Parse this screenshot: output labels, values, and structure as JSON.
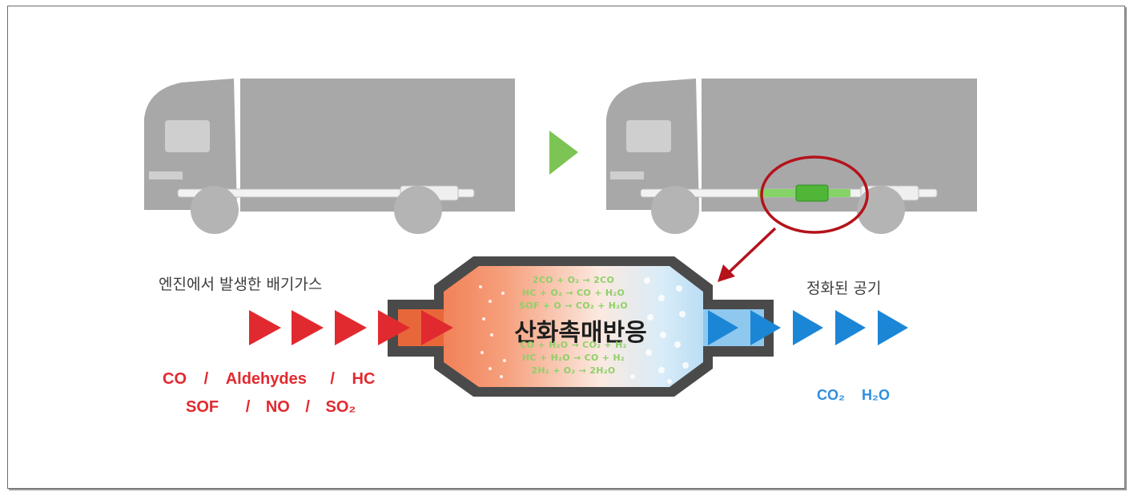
{
  "labels": {
    "exhaust_title": "엔진에서 발생한 배기가스",
    "clean_title": "정화된 공기",
    "reaction_title": "산화촉매반응"
  },
  "pollutants": {
    "line1": [
      "CO",
      "/",
      "Aldehydes",
      "/",
      "HC"
    ],
    "line2": [
      "SOF",
      "/",
      "NO",
      "/",
      "SO₂"
    ]
  },
  "outputs": [
    "CO₂",
    "H₂O"
  ],
  "equations": {
    "top": [
      "2CO + O₂ → 2CO",
      "HC + O₂ → CO + H₂O",
      "SOF + O → CO₂ + H₂O"
    ],
    "bottom": [
      "CO + H₂O → CO₂ + H₂",
      "HC + H₂O → CO + H₂",
      "2H₂ + O₂ → 2H₂O"
    ]
  },
  "colors": {
    "exhaust_red": "#e12a2f",
    "clean_blue": "#1c86d6",
    "catalyst_green": "#6cc24a",
    "truck_gray": "#a8a8a8",
    "highlight_circle": "#b5121b"
  }
}
